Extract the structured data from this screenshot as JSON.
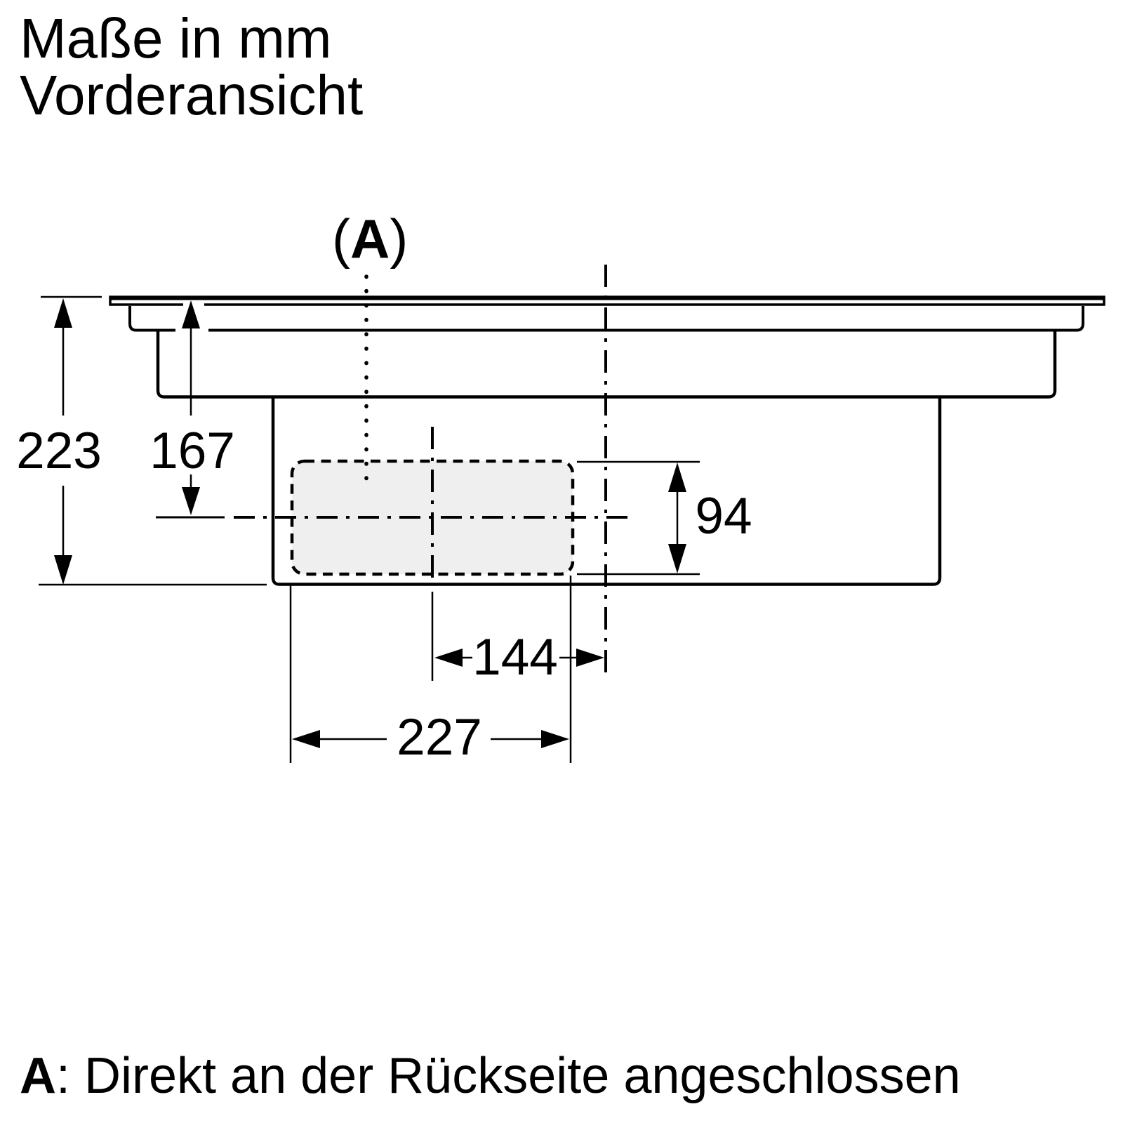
{
  "title": {
    "line1": "Maße in mm",
    "line2": "Vorderansicht"
  },
  "point_label": {
    "open": "(",
    "letter": "A",
    "close": ")"
  },
  "dimensions": {
    "total_height": "223",
    "top_to_center": "167",
    "duct_height": "94",
    "center_to_rear": "144",
    "duct_width": "227"
  },
  "footnote": {
    "key": "A",
    "text": ": Direkt an der Rückseite angeschlossen"
  },
  "colors": {
    "line": "#000000",
    "duct_fill": "#efefef",
    "background": "#ffffff"
  }
}
